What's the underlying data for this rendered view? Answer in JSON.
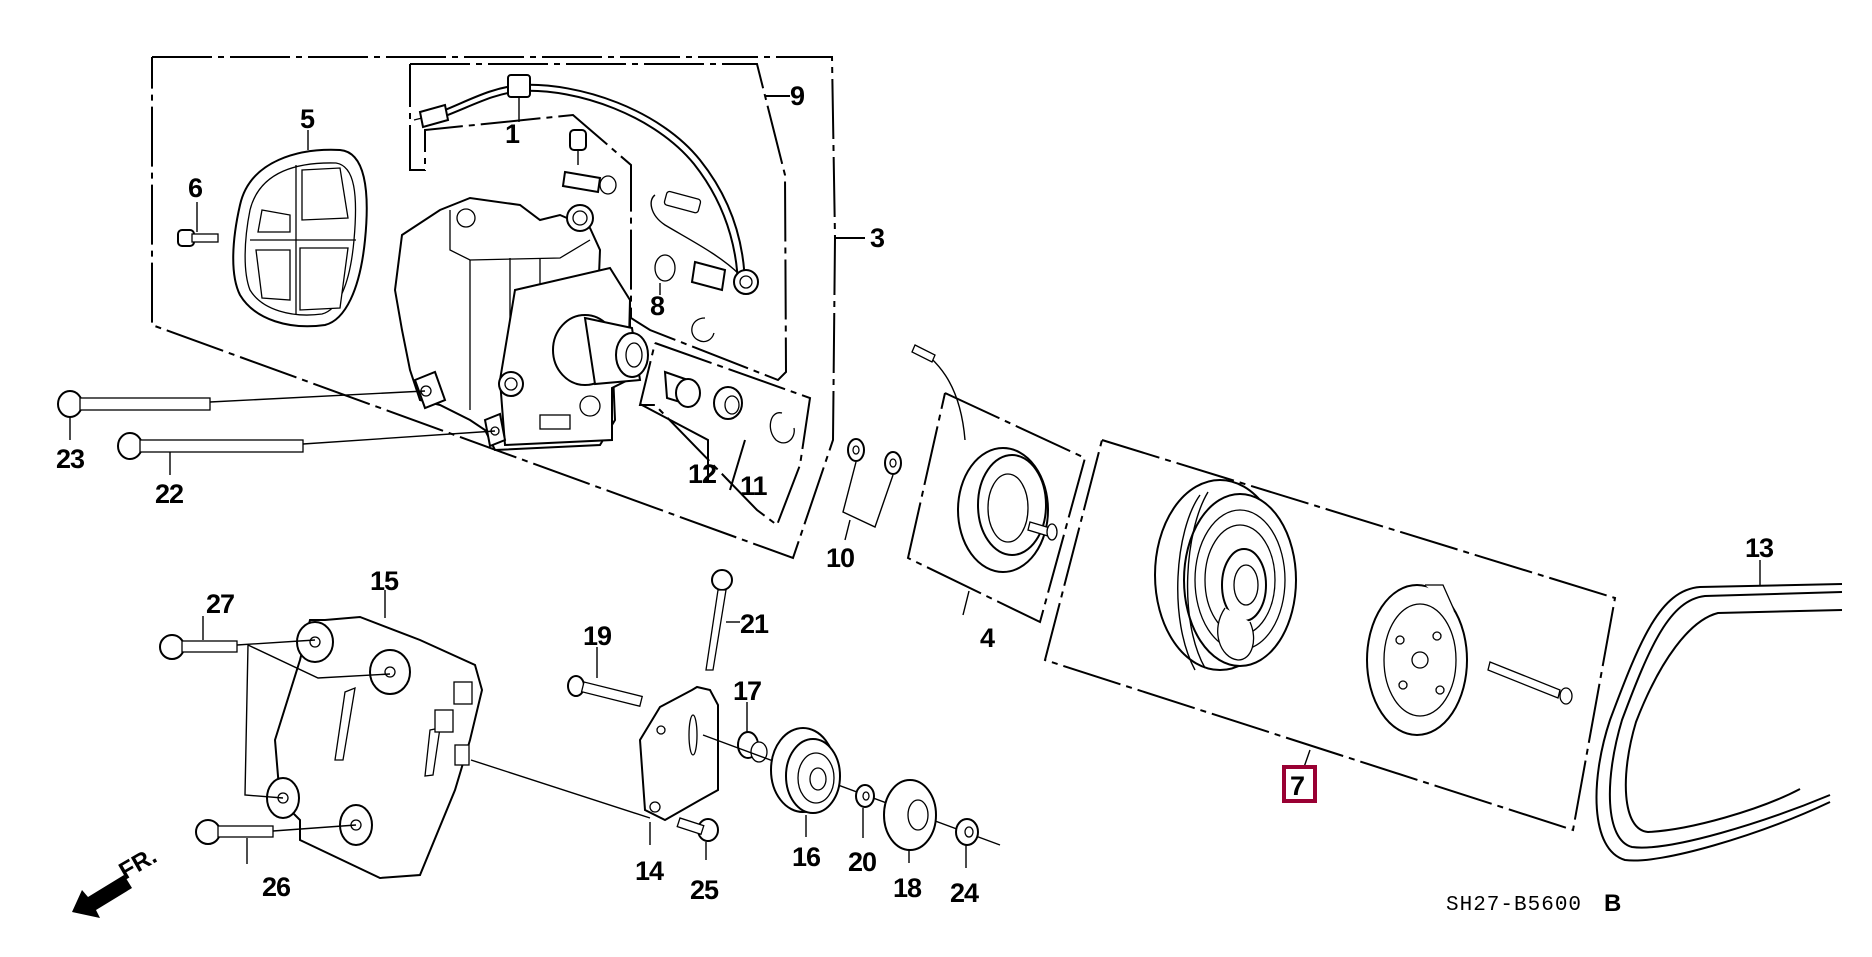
{
  "diagram": {
    "title": "A/C Compressor exploded parts diagram",
    "diagram_code": "SH27-B5600",
    "diagram_code_suffix": "B",
    "front_indicator": "FR.",
    "highlight_color": "#990033",
    "selected_part": "7",
    "callouts": [
      {
        "id": "1",
        "label": "1"
      },
      {
        "id": "3",
        "label": "3"
      },
      {
        "id": "4",
        "label": "4"
      },
      {
        "id": "5",
        "label": "5"
      },
      {
        "id": "6",
        "label": "6"
      },
      {
        "id": "7",
        "label": "7"
      },
      {
        "id": "8",
        "label": "8"
      },
      {
        "id": "9",
        "label": "9"
      },
      {
        "id": "10",
        "label": "10"
      },
      {
        "id": "11",
        "label": "11"
      },
      {
        "id": "12",
        "label": "12"
      },
      {
        "id": "13",
        "label": "13"
      },
      {
        "id": "14",
        "label": "14"
      },
      {
        "id": "15",
        "label": "15"
      },
      {
        "id": "16",
        "label": "16"
      },
      {
        "id": "17",
        "label": "17"
      },
      {
        "id": "18",
        "label": "18"
      },
      {
        "id": "19",
        "label": "19"
      },
      {
        "id": "20",
        "label": "20"
      },
      {
        "id": "21",
        "label": "21"
      },
      {
        "id": "22",
        "label": "22"
      },
      {
        "id": "23",
        "label": "23"
      },
      {
        "id": "24",
        "label": "24"
      },
      {
        "id": "25",
        "label": "25"
      },
      {
        "id": "26",
        "label": "26"
      },
      {
        "id": "27",
        "label": "27"
      }
    ]
  }
}
